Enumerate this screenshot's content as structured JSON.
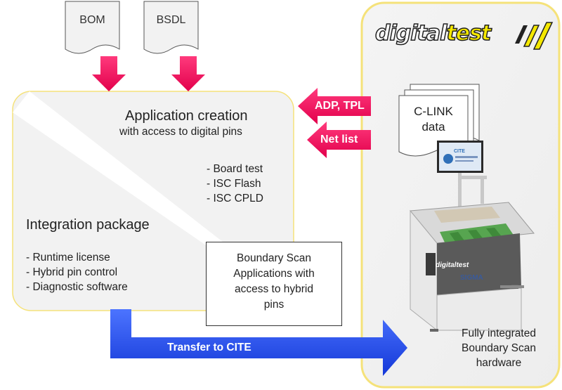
{
  "documents": {
    "bom": "BOM",
    "bsdl": "BSDL",
    "clink": [
      "C-LINK",
      "data"
    ]
  },
  "application": {
    "title": "Application creation",
    "subtitle": "with access to digital pins",
    "items": [
      "- Board test",
      "- ISC Flash",
      "- ISC CPLD"
    ]
  },
  "integration": {
    "title": "Integration package",
    "items": [
      "- Runtime license",
      "- Hybrid pin control",
      "- Diagnostic software"
    ]
  },
  "boundary_scan_box": [
    "Boundary Scan",
    "Applications with",
    "access to hybrid",
    "pins"
  ],
  "inputs": {
    "adp_tpl": "ADP, TPL",
    "net_list": "Net list"
  },
  "transfer": "Transfer to CITE",
  "hardware": [
    "Fully integrated",
    "Boundary Scan",
    "hardware"
  ],
  "logo": {
    "part1": "digital",
    "part2": "test"
  },
  "device": {
    "monitor_brand": "CITE",
    "model": "SIGMA",
    "panel_logo": "digitaltest"
  },
  "colors": {
    "pink_arrow": "#f0105e",
    "blue_arrow": "#1a4ff0",
    "yellow_border": "#f5e27a",
    "panel_fill": "#f2f2f2",
    "logo_yellow": "#f5e800"
  }
}
